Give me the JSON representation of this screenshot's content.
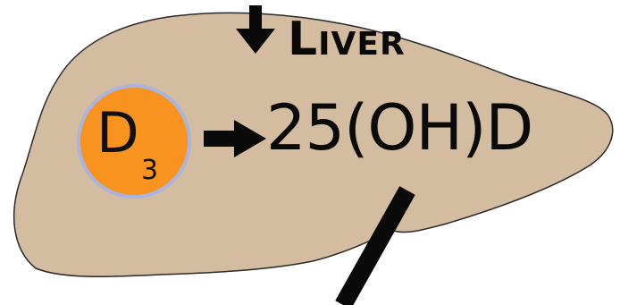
{
  "diagram": {
    "organ_label": "Liver",
    "source_compound": {
      "letter": "D",
      "subscript": "3"
    },
    "product_compound": "25(OH)D",
    "colors": {
      "liver_fill": "#d4bca0",
      "liver_outline": "#2a2a2a",
      "compound_fill": "#f7931e",
      "compound_ring": "#a9b4e0",
      "arrows": "#0a0a0a"
    },
    "icons": [
      "down-arrow-icon",
      "right-arrow-icon",
      "vessel-line"
    ]
  }
}
